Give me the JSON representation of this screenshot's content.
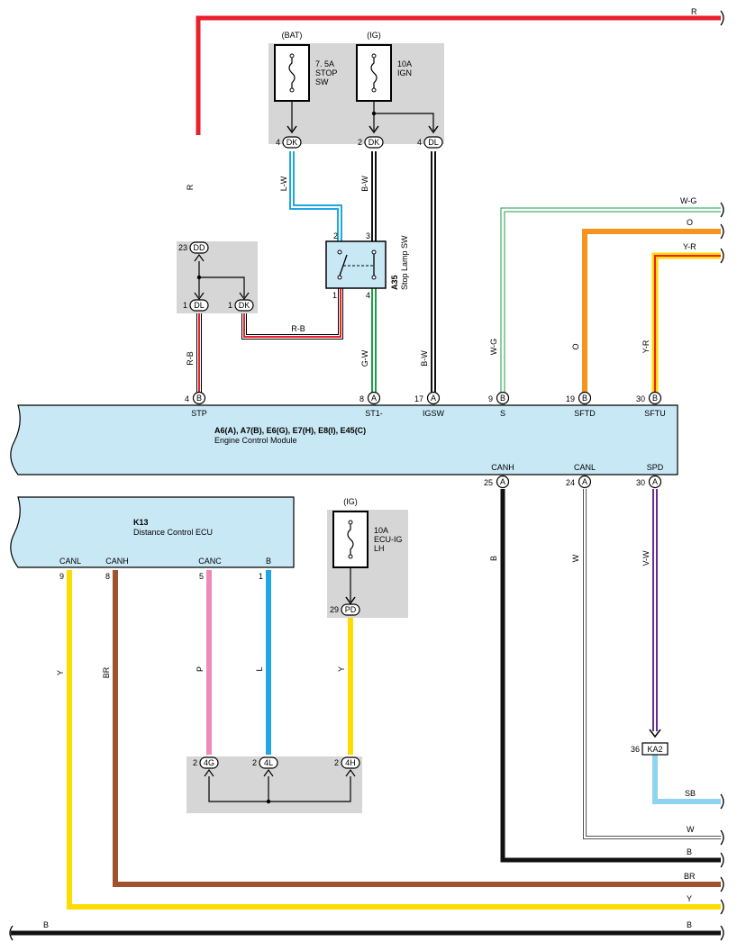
{
  "colors": {
    "R": "#e8202a",
    "Y": "#ffdc00",
    "O": "#f7941d",
    "B": "#111111",
    "L": "#1ea7e1",
    "P": "#ef8ab6",
    "BR": "#a0522d",
    "SB": "#8ed3f2",
    "G": "#1e9e4a",
    "V": "#6b2c91",
    "W": "#ffffff",
    "box": "#d6d6d6",
    "ecu": "#c9e8f6"
  },
  "fuses": {
    "bat": {
      "source": "(BAT)",
      "rating": "7. 5A",
      "name1": "STOP",
      "name2": "SW"
    },
    "ig1": {
      "source": "(IG)",
      "rating": "10A",
      "name1": "IGN",
      "name2": ""
    },
    "ig2": {
      "source": "(IG)",
      "rating": "10A",
      "name1": "ECU-IG",
      "name2": "LH"
    }
  },
  "stop_lamp_sw": {
    "id": "A35",
    "name": "Stop Lamp SW",
    "pins": [
      "2",
      "3",
      "1",
      "4"
    ]
  },
  "ecm": {
    "connectors": "A6(A), A7(B), E6(G), E7(H), E8(I), E45(C)",
    "name": "Engine Control Module",
    "top_terminals": [
      {
        "pin": "4",
        "conn": "B",
        "label": "STP"
      },
      {
        "pin": "8",
        "conn": "A",
        "label": "ST1-"
      },
      {
        "pin": "17",
        "conn": "A",
        "label": "IGSW"
      },
      {
        "pin": "9",
        "conn": "B",
        "label": "S"
      },
      {
        "pin": "19",
        "conn": "B",
        "label": "SFTD"
      },
      {
        "pin": "30",
        "conn": "B",
        "label": "SFTU"
      }
    ],
    "bottom_terminals": [
      {
        "pin": "25",
        "conn": "A",
        "label": "CANH"
      },
      {
        "pin": "24",
        "conn": "A",
        "label": "CANL"
      },
      {
        "pin": "30",
        "conn": "A",
        "label": "SPD"
      }
    ]
  },
  "dcecu": {
    "id": "K13",
    "name": "Distance Control ECU",
    "terminals": [
      {
        "pin": "9",
        "label": "CANL"
      },
      {
        "pin": "8",
        "label": "CANH"
      },
      {
        "pin": "5",
        "label": "CANC"
      },
      {
        "pin": "1",
        "label": "B"
      }
    ]
  },
  "connectors": {
    "dd": {
      "pin": "23",
      "name": "DD"
    },
    "dl_left": {
      "pin": "1",
      "name": "DL"
    },
    "dk_left": {
      "pin": "1",
      "name": "DK"
    },
    "dk_bat": {
      "pin": "4",
      "name": "DK"
    },
    "dk_ig": {
      "pin": "2",
      "name": "DK"
    },
    "dl_ig": {
      "pin": "4",
      "name": "DL"
    },
    "pd": {
      "pin": "29",
      "name": "PD"
    },
    "g4": {
      "pin": "2",
      "name": "4G"
    },
    "l4": {
      "pin": "2",
      "name": "4L"
    },
    "h4": {
      "pin": "2",
      "name": "4H"
    },
    "ka2": {
      "pin": "36",
      "name": "KA2"
    }
  },
  "wires": {
    "r_top": "R",
    "r_vert": "R",
    "rb_left": "R-B",
    "rb_horiz": "R-B",
    "lw": "L-W",
    "bw_top": "B-W",
    "gw": "G-W",
    "bw_ig": "B-W",
    "wg_right": "W-G",
    "wg_vert": "W-G",
    "o_right": "O",
    "o_vert": "O",
    "yr_right": "Y-R",
    "yr_vert": "Y-R",
    "b_canh": "B",
    "w_canl": "W",
    "vw_spd": "V-W",
    "sb": "SB",
    "w_right": "W",
    "b_right": "B",
    "br_right": "BR",
    "y_right": "Y",
    "b_bottom_left": "B",
    "b_bottom_right": "B",
    "y_canl": "Y",
    "br_canh": "BR",
    "p_canc": "P",
    "l_b": "L",
    "y_pd": "Y"
  }
}
